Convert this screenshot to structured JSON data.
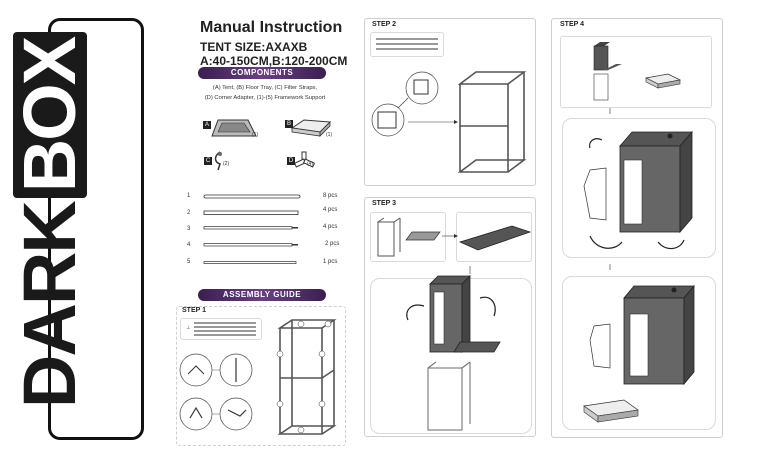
{
  "brand": {
    "word_dark": "DARK",
    "word_box": "BOX"
  },
  "header": {
    "title": "Manual Instruction",
    "size_line1": "TENT SIZE:AXAXB",
    "size_line2": "A:40-150CM,B:120-200CM"
  },
  "components": {
    "heading": "COMPONENTS",
    "line1": "(A) Tent, (B) Floor Tray, (C) Filter Straps,",
    "line2": "(D) Corner Adapter, (1)-(5) Framework Support",
    "items": [
      {
        "letter": "A",
        "qty": "(1)"
      },
      {
        "letter": "B",
        "qty": "(1)"
      },
      {
        "letter": "C",
        "qty": "(2)"
      },
      {
        "letter": "D",
        "qty": "(4)"
      }
    ]
  },
  "parts": [
    {
      "num": "1",
      "qty": "8 pcs"
    },
    {
      "num": "2",
      "qty": "4 pcs"
    },
    {
      "num": "3",
      "qty": "4 pcs"
    },
    {
      "num": "4",
      "qty": "2 pcs"
    },
    {
      "num": "5",
      "qty": "1 pcs"
    }
  ],
  "assembly": {
    "heading": "ASSEMBLY GUIDE"
  },
  "steps": {
    "step1": "STEP 1",
    "step2": "STEP 2",
    "step3": "STEP 3",
    "step4": "STEP 4"
  }
}
